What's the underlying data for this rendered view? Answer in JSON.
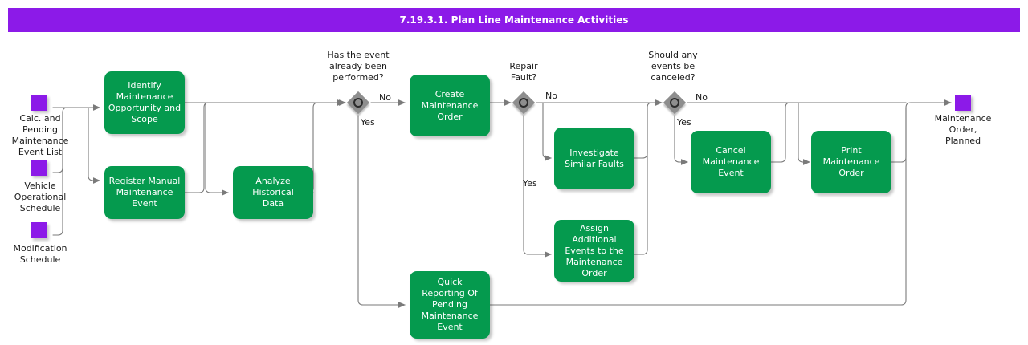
{
  "header": {
    "title": "7.19.3.1. Plan Line Maintenance Activities",
    "bar_color": "#8C1AE8"
  },
  "palette": {
    "task_green": "#059A4E",
    "data_purple": "#8C1AE8",
    "gateway_gray": "#8E8E8E",
    "connector_gray": "#7A7A7A",
    "text_dark": "#1a1a1a",
    "task_text": "#ffffff"
  },
  "inputs": [
    {
      "id": "in-calc-pending",
      "label": "Calc. and\nPending\nMaintenance\nEvent List"
    },
    {
      "id": "in-vehicle-schedule",
      "label": "Vehicle\nOperational\nSchedule"
    },
    {
      "id": "in-modification-schedule",
      "label": "Modification\nSchedule"
    }
  ],
  "outputs": [
    {
      "id": "out-maintenance-order",
      "label": "Maintenance\nOrder,\nPlanned"
    }
  ],
  "tasks": [
    {
      "id": "identify-maintenance-opportunity",
      "label": "Identify\nMaintenance\nOpportunity and\nScope"
    },
    {
      "id": "register-manual-maintenance-event",
      "label": "Register Manual\nMaintenance\nEvent"
    },
    {
      "id": "analyze-historical-data",
      "label": "Analyze\nHistorical\nData"
    },
    {
      "id": "create-maintenance-order",
      "label": "Create\nMaintenance\nOrder"
    },
    {
      "id": "investigate-similar-faults",
      "label": "Investigate\nSimilar Faults"
    },
    {
      "id": "assign-additional-events",
      "label": "Assign Additional\nEvents to the\nMaintenance\nOrder"
    },
    {
      "id": "cancel-maintenance-event",
      "label": "Cancel\nMaintenance\nEvent"
    },
    {
      "id": "print-maintenance-order",
      "label": "Print\nMaintenance\nOrder"
    },
    {
      "id": "quick-reporting-pending",
      "label": "Quick\nReporting Of\nPending\nMaintenance\nEvent"
    }
  ],
  "gateways": [
    {
      "id": "gw-event-performed",
      "question": "Has the event\nalready been\nperformed?",
      "branches": [
        "No",
        "Yes"
      ]
    },
    {
      "id": "gw-repair-fault",
      "question": "Repair\nFault?",
      "branches": [
        "No",
        "Yes"
      ]
    },
    {
      "id": "gw-cancel-events",
      "question": "Should any\nevents be\ncanceled?",
      "branches": [
        "No",
        "Yes"
      ]
    }
  ],
  "flow_labels": {
    "gw1_no": "No",
    "gw1_yes": "Yes",
    "gw2_no": "No",
    "gw2_yes": "Yes",
    "gw3_no": "No",
    "gw3_yes": "Yes"
  }
}
